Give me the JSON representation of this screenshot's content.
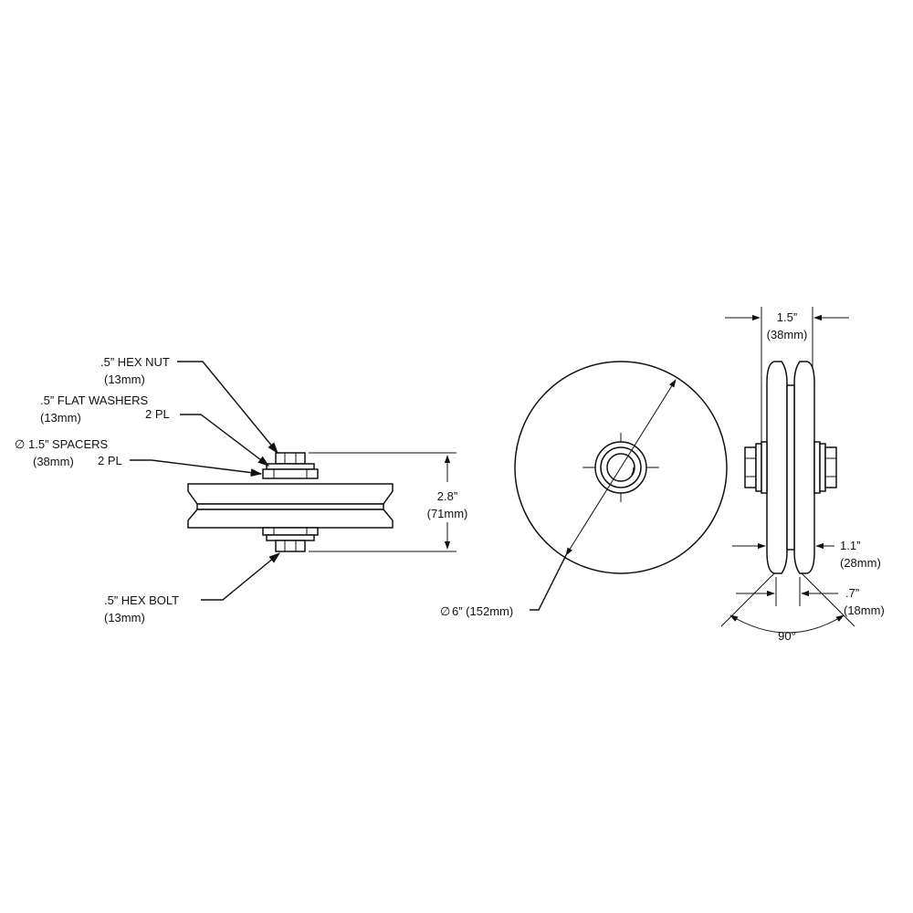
{
  "side_view": {
    "hex_nut": {
      "name": ".5” HEX NUT",
      "size": "(13mm)"
    },
    "flat_washers": {
      "name": ".5” FLAT WASHERS",
      "size": "(13mm)",
      "qty": "2 PL"
    },
    "spacers": {
      "symbol": "∅",
      "name": "1.5” SPACERS",
      "size": "(38mm)",
      "qty": "2 PL"
    },
    "hex_bolt": {
      "name": ".5” HEX BOLT",
      "size": "(13mm)"
    },
    "overall_height": {
      "in": "2.8”",
      "mm": "(71mm)"
    }
  },
  "front_view": {
    "diameter": {
      "symbol": "∅",
      "value": "6” (152mm)"
    }
  },
  "edge_view": {
    "hub_width": {
      "in": "1.5”",
      "mm": "(38mm)"
    },
    "wheel_width": {
      "in": "1.1”",
      "mm": "(28mm)"
    },
    "groove_width": {
      "in": ".7”",
      "mm": "(18mm)"
    },
    "groove_angle": "90°"
  }
}
